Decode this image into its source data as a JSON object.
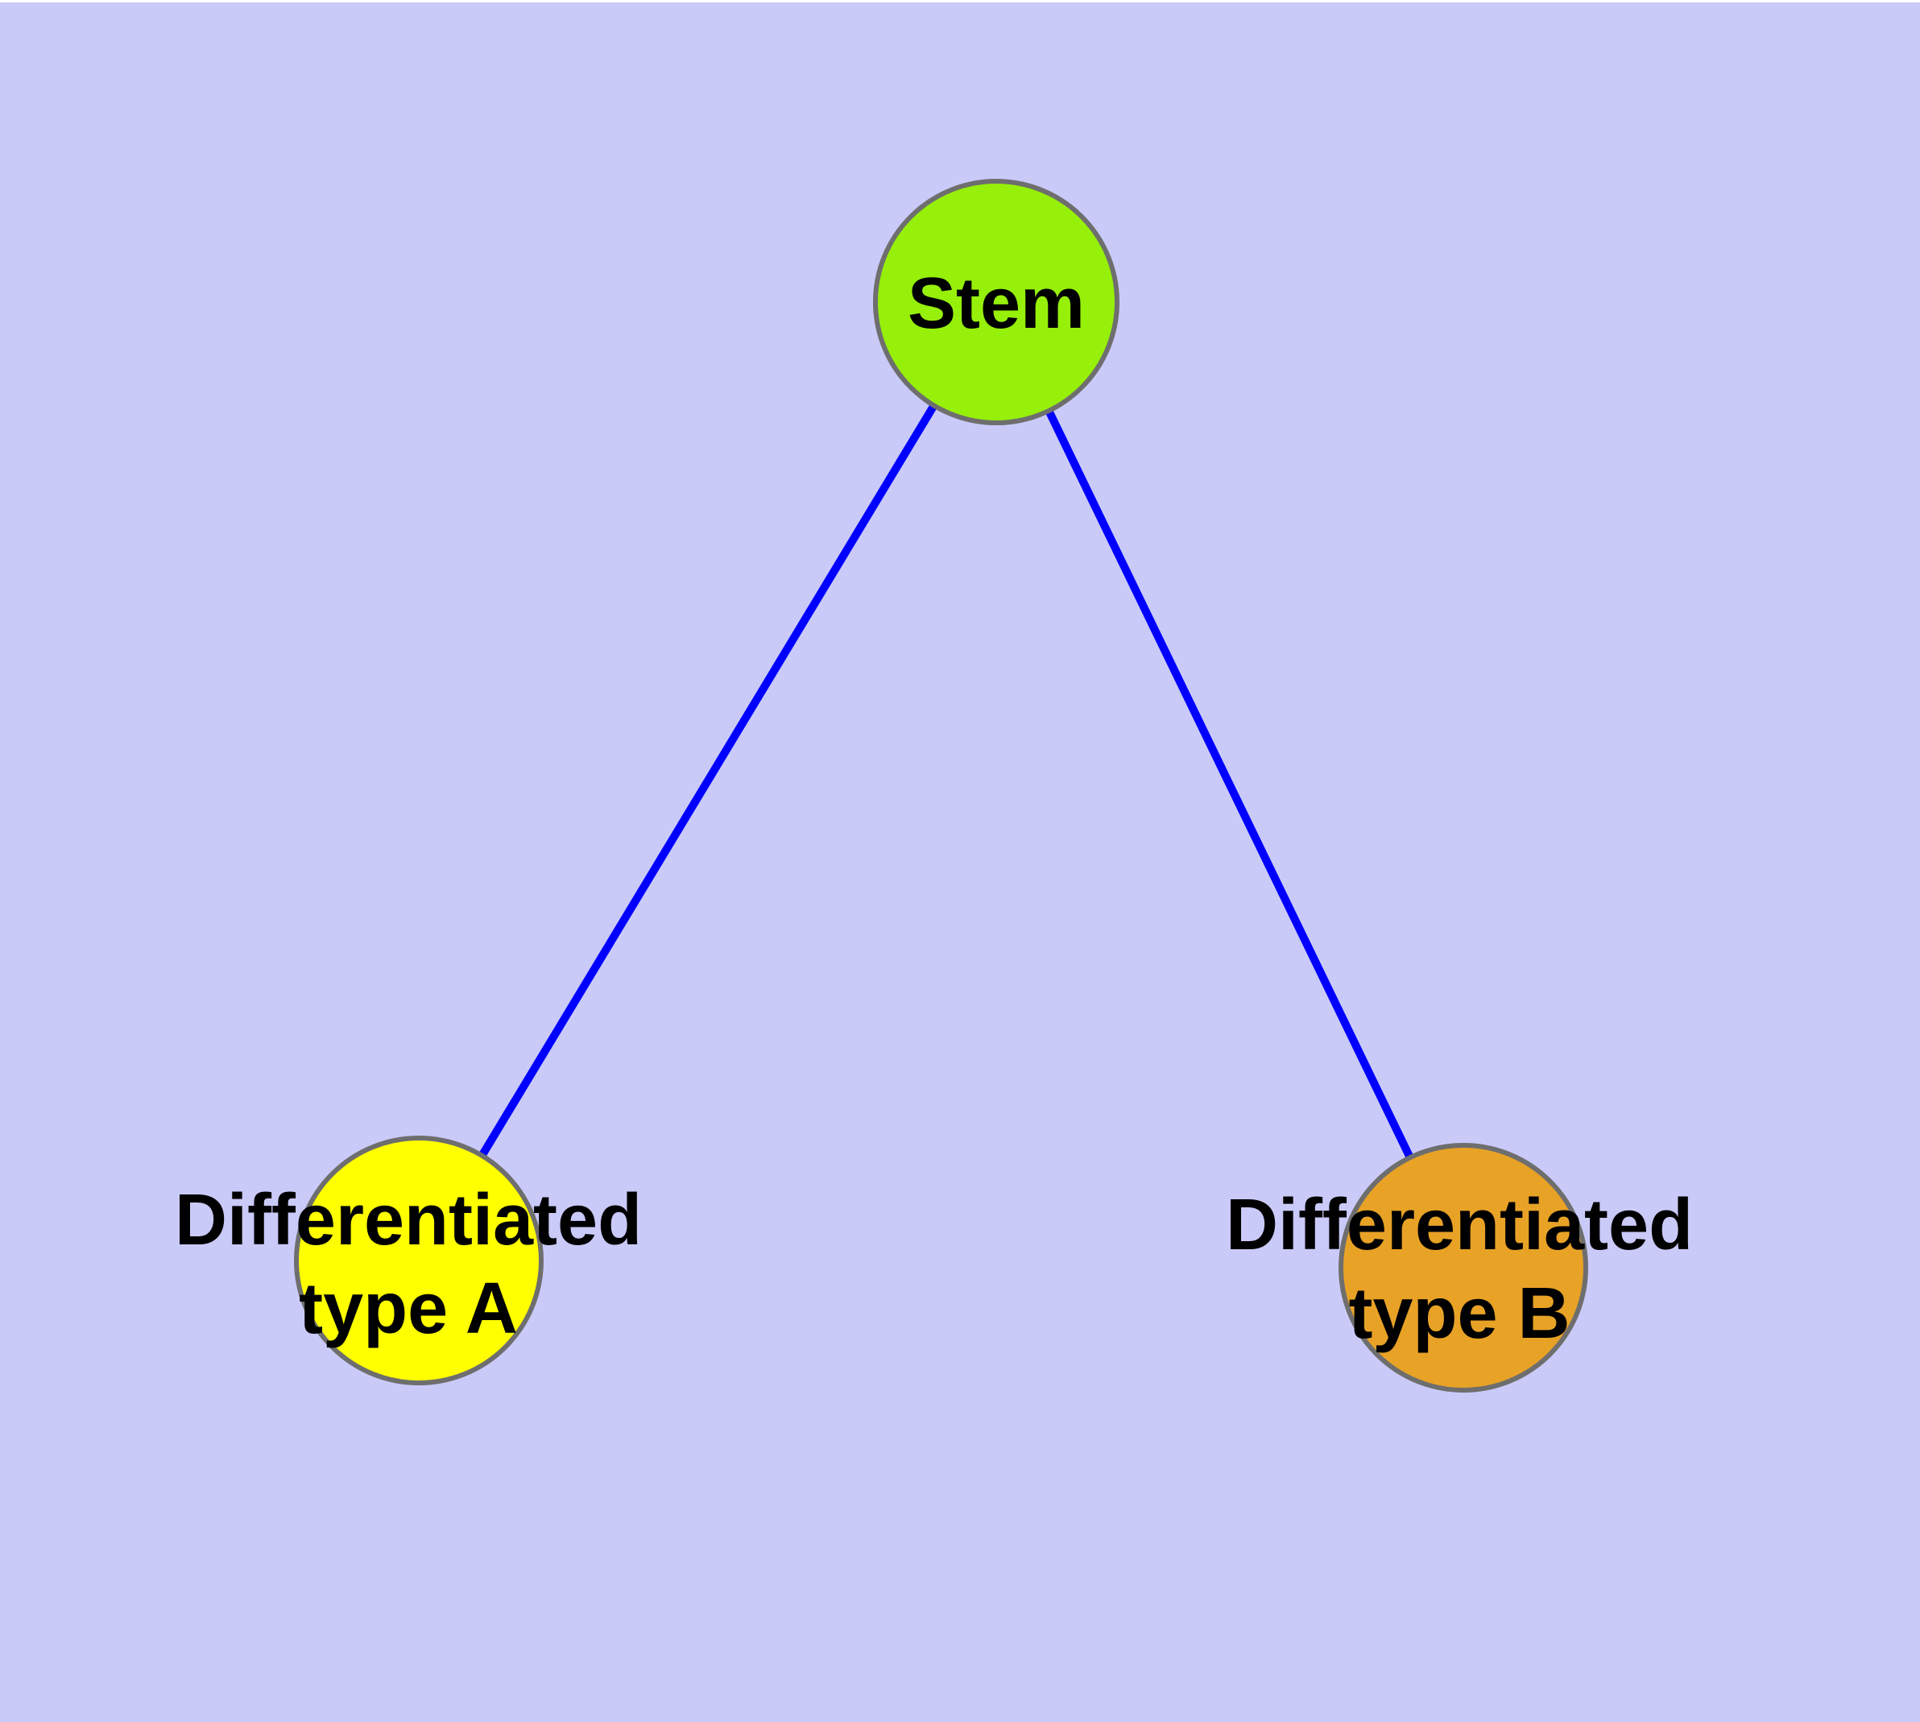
{
  "diagram": {
    "background_color": "#CACAF9",
    "edge_color": "#0000FF",
    "node_border_color": "#6E6E6E",
    "label_color": "#000000",
    "nodes": {
      "stem": {
        "label": "Stem",
        "color": "#96F00A"
      },
      "type_a": {
        "label": "Differentiated\ntype A",
        "color": "#FFFF00"
      },
      "type_b": {
        "label": "Differentiated\ntype B",
        "color": "#E8A226"
      }
    },
    "edges": [
      {
        "from": "Stem",
        "to": "Differentiated type A"
      },
      {
        "from": "Stem",
        "to": "Differentiated type B"
      }
    ]
  }
}
